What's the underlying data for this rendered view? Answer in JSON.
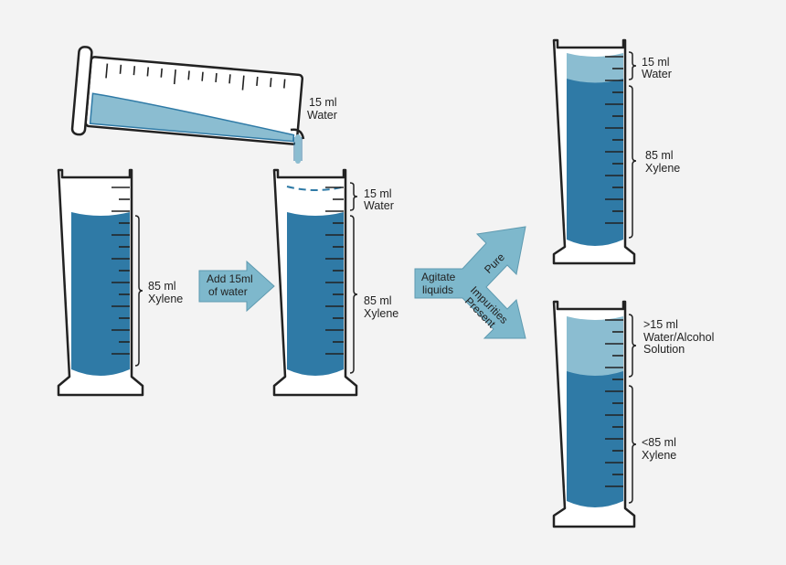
{
  "labels": {
    "tilted_water_amount": "15 ml",
    "tilted_water_name": "Water",
    "left_xylene_amount": "85 ml",
    "left_xylene_name": "Xylene",
    "add_arrow_line1": "Add 15ml",
    "add_arrow_line2": "of water",
    "middle_water_amount": "15 ml",
    "middle_water_name": "Water",
    "middle_xylene_amount": "85 ml",
    "middle_xylene_name": "Xylene",
    "agitate_line1": "Agitate",
    "agitate_line2": "liquids",
    "branch_pure": "Pure",
    "branch_impure_line1": "Impurities",
    "branch_impure_line2": "Present",
    "top_right_water_amount": "15 ml",
    "top_right_water_name": "Water",
    "top_right_xylene_amount": "85 ml",
    "top_right_xylene_name": "Xylene",
    "bottom_right_solution_amount": ">15 ml",
    "bottom_right_solution_name1": "Water/Alcohol",
    "bottom_right_solution_name2": "Solution",
    "bottom_right_xylene_amount": "<85 ml",
    "bottom_right_xylene_name": "Xylene"
  },
  "colors": {
    "xylene": "#2f7aa6",
    "water": "#8bbdd1",
    "arrow": "#7eb8cc",
    "outline": "#222222",
    "glass": "#ffffff",
    "background": "#f3f3f3"
  }
}
